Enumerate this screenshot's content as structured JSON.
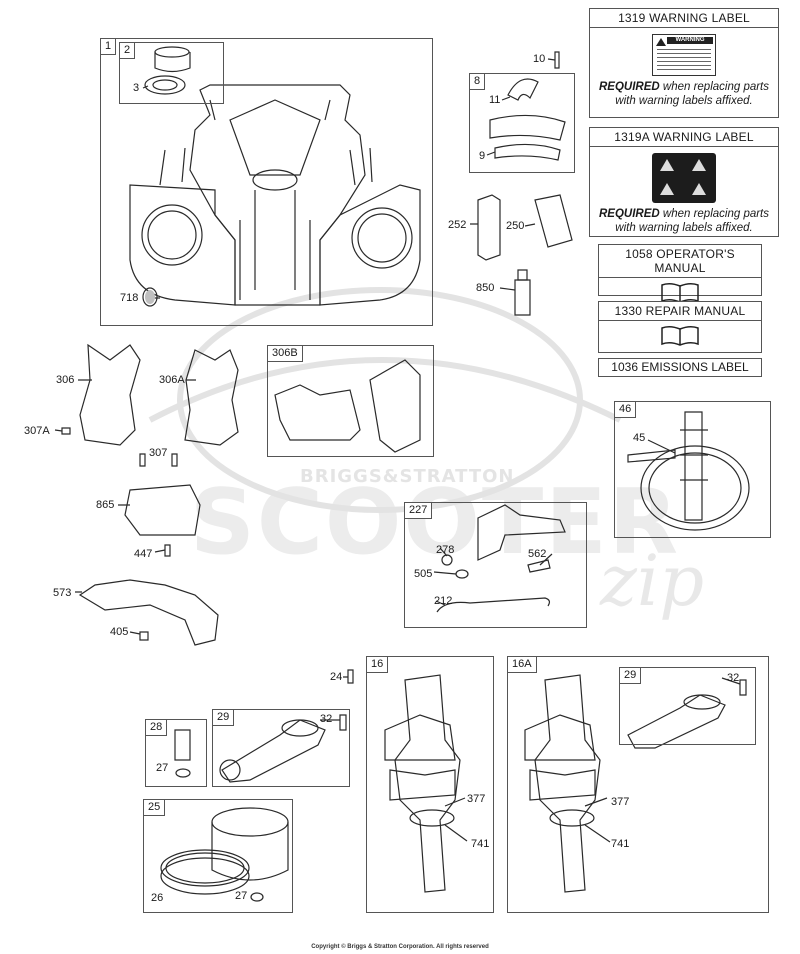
{
  "watermark": {
    "brand": "BRIGGS&STRATTON",
    "big": "SCOOTER",
    "script": "zip"
  },
  "side_panels": {
    "warning_label": {
      "title": "1319 WARNING LABEL",
      "required": "REQUIRED",
      "note": "when replacing parts with warning labels affixed.",
      "sticker_title": "WARNING"
    },
    "warning_label_a": {
      "title": "1319A WARNING LABEL",
      "required": "REQUIRED",
      "note": "when replacing parts with warning labels affixed."
    },
    "operators_manual": {
      "title": "1058 OPERATOR'S MANUAL"
    },
    "repair_manual": {
      "title": "1330 REPAIR MANUAL"
    },
    "emissions_label": {
      "title": "1036 EMISSIONS LABEL"
    }
  },
  "boxes": {
    "b1": "1",
    "b2": "2",
    "b8": "8",
    "b306b": "306B",
    "b46": "46",
    "b227": "227",
    "b16": "16",
    "b16a": "16A",
    "b29a": "29",
    "b29b": "29",
    "b28": "28",
    "b25": "25"
  },
  "labels": {
    "l3": "3",
    "l718": "718",
    "l10": "10",
    "l11": "11",
    "l9": "9",
    "l252": "252",
    "l250": "250",
    "l850": "850",
    "l306": "306",
    "l306a": "306A",
    "l307a": "307A",
    "l307": "307",
    "l865": "865",
    "l447": "447",
    "l573": "573",
    "l405": "405",
    "l45": "45",
    "l278": "278",
    "l505": "505",
    "l562": "562",
    "l212": "212",
    "l24": "24",
    "l32a": "32",
    "l27a": "27",
    "l26": "26",
    "l27b": "27",
    "l377a": "377",
    "l741a": "741",
    "l377b": "377",
    "l741b": "741",
    "l32b": "32"
  },
  "footer": {
    "copyright": "Copyright © Briggs & Stratton Corporation. All rights reserved"
  }
}
